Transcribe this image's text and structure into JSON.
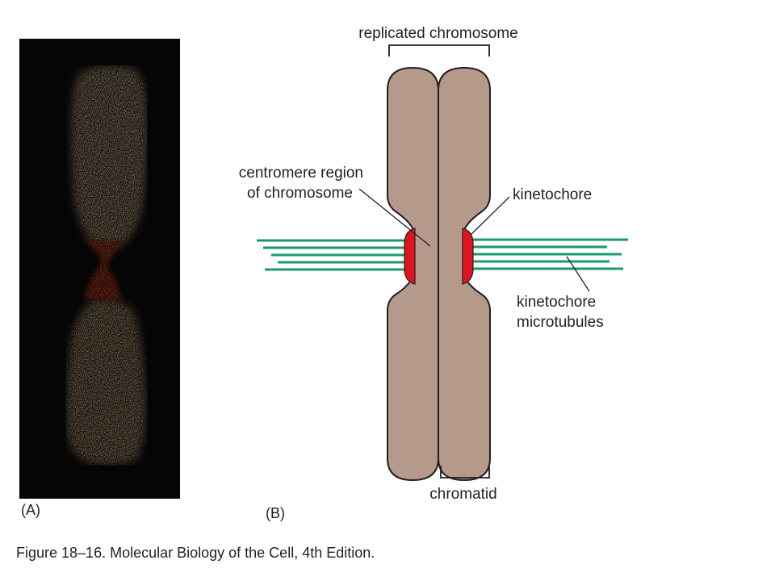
{
  "panel_a": {
    "label": "(A)"
  },
  "panel_b": {
    "label": "(B)",
    "labels": {
      "replicated_chromosome": "replicated chromosome",
      "centromere_line1": "centromere region",
      "centromere_line2": "of chromosome",
      "kinetochore": "kinetochore",
      "microtubules_line1": "kinetochore",
      "microtubules_line2": "microtubules",
      "chromatid": "chromatid"
    }
  },
  "caption": "Figure 18–16. Molecular Biology of the Cell, 4th Edition.",
  "colors": {
    "chromatid_fill": "#b5998b",
    "outline": "#231f20",
    "kinetochore": "#e0141e",
    "microtubule": "#1a9a6a",
    "photo_background": "#060505",
    "photo_arm": "#c8ad86",
    "photo_centromere": "#e5431a"
  }
}
